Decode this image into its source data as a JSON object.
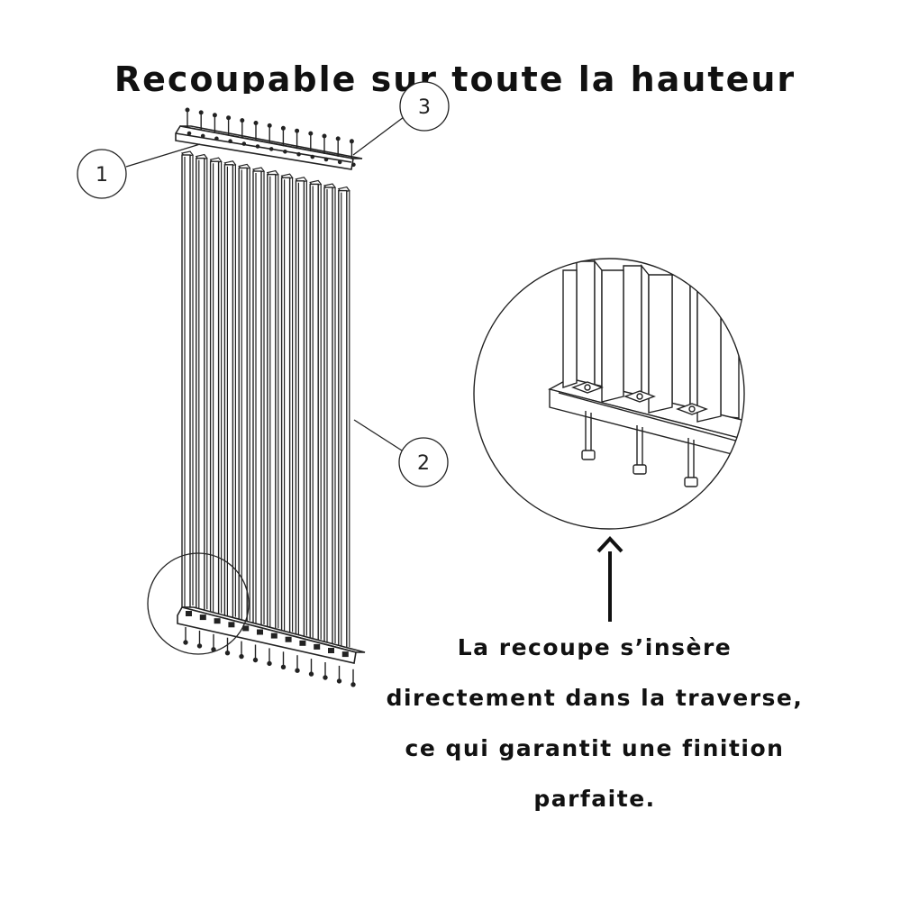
{
  "title": "Recoupable sur toute la hauteur",
  "callouts": [
    "1",
    "2",
    "3"
  ],
  "caption": {
    "line1": "La recoupe s’insère",
    "line2": "directement dans la traverse,",
    "line3": "ce qui garantit une finition",
    "line4": "parfaite."
  },
  "colors": {
    "stroke": "#222222",
    "text": "#111111",
    "background": "#ffffff"
  }
}
